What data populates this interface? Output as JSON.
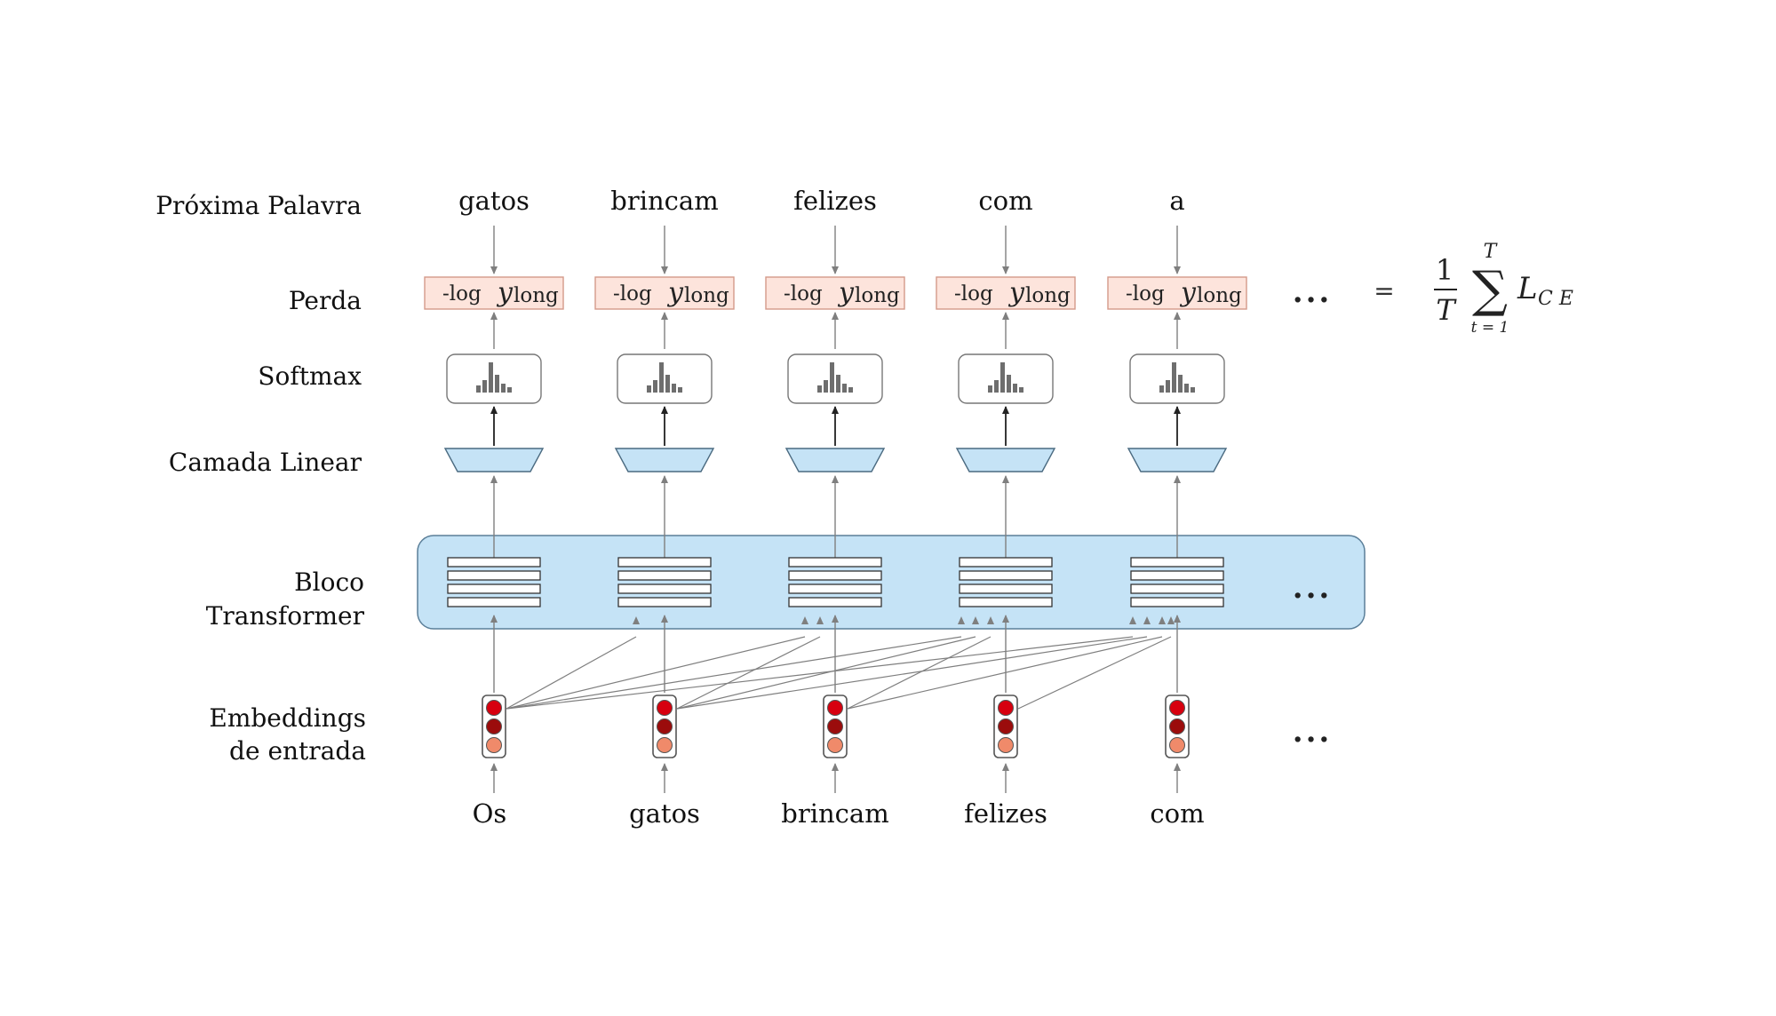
{
  "row_labels": {
    "next_word": "Próxima Palavra",
    "loss": "Perda",
    "softmax": "Softmax",
    "linear": "Camada Linear",
    "transformer_1": "Bloco",
    "transformer_2": "Transformer",
    "embeddings_1": "Embeddings",
    "embeddings_2": "de entrada"
  },
  "next_words": [
    "gatos",
    "brincam",
    "felizes",
    "com",
    "a"
  ],
  "input_words": [
    "Os",
    "gatos",
    "brincam",
    "felizes",
    "com"
  ],
  "loss": {
    "prefix": "-log",
    "y": "y",
    "subscript": "long"
  },
  "ellipsis": "...",
  "equals": "=",
  "formula": {
    "numerator": "1",
    "denominator": "T",
    "upper": "T",
    "lower": "t = 1",
    "sum": "∑",
    "loss_symbol": "L",
    "loss_sub": "C E"
  },
  "colors": {
    "loss_fill": "#fde4dc",
    "loss_stroke": "#d49a8a",
    "linear_fill": "#c5e3f6",
    "linear_stroke": "#4a6a80",
    "transformer_fill": "#c5e3f6",
    "transformer_stroke": "#5b7f99",
    "emb_top": "#d7000f",
    "emb_mid": "#9b0c0c",
    "emb_bottom": "#f08a6a",
    "arrow": "#7f7f7f"
  }
}
